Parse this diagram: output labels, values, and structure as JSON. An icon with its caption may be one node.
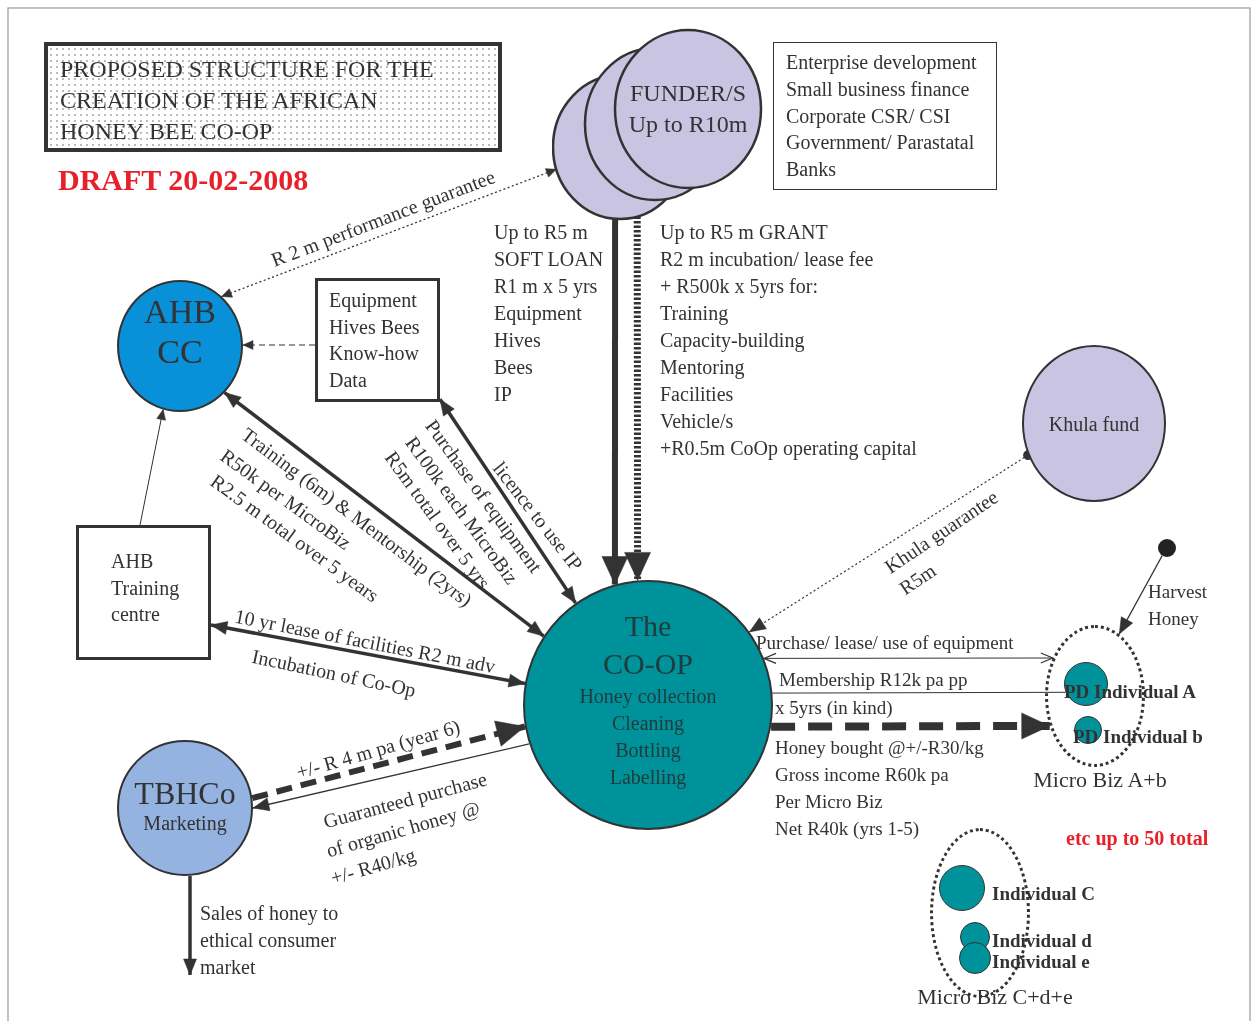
{
  "diagram": {
    "title": "PROPOSED STRUCTURE FOR THE CREATION OF THE AFRICAN HONEY BEE CO-OP",
    "nodes": [
      {
        "text": [
          "FUNDER/S",
          "Up to R10m"
        ]
      },
      {
        "text": [
          "Enterprise development",
          "Small business finance",
          "Corporate CSR/ CSI",
          "Government/ Parastatal",
          "Banks"
        ]
      },
      {
        "text": [
          "AHB CC"
        ]
      },
      {
        "text": [
          "Equipment",
          "Hives Bees",
          "Know-how",
          "Data"
        ]
      },
      {
        "text": [
          "AHB Training centre"
        ]
      },
      {
        "text": [
          "The CO-OP",
          "Honey collection",
          "Cleaning",
          "Bottling",
          "Labelling"
        ]
      },
      {
        "text": [
          "Khula fund"
        ]
      },
      {
        "text": [
          "TBHCo",
          "Marketing"
        ]
      },
      {
        "text": [
          "Micro Biz A+b"
        ]
      },
      {
        "text": [
          "PD Individual A"
        ],
        "in": 8
      },
      {
        "text": [
          "PD Individual b"
        ],
        "in": 8
      },
      {
        "text": [
          "Micro Biz C+d+e"
        ]
      },
      {
        "text": [
          "Individual C"
        ],
        "in": 11
      },
      {
        "text": [
          "Individual d"
        ],
        "in": 11
      },
      {
        "text": [
          "Individual e"
        ],
        "in": 11
      },
      {
        "text": [],
        "shape": "circle"
      }
    ],
    "edges": [
      {
        "from": 2,
        "to": 0,
        "arrow": "both",
        "label": "R 2 m performance guarantee",
        "style": "dashed"
      },
      {
        "from": 3,
        "to": 2,
        "arrow": "to",
        "style": "dashed"
      },
      {
        "from": 4,
        "to": 2,
        "arrow": "to"
      },
      {
        "from": 2,
        "to": 5,
        "arrow": "both",
        "label": "Training (6m) & Mentorship (2yrs)",
        "style": "thick"
      },
      {
        "from": 3,
        "to": 5,
        "arrow": "both",
        "label": "licence to use IP",
        "style": "thick"
      },
      {
        "from": 0,
        "to": 5,
        "arrow": "to",
        "style": "thick"
      },
      {
        "from": 0,
        "to": 5,
        "arrow": "to",
        "style": "dashed"
      },
      {
        "from": 4,
        "to": 5,
        "arrow": "both",
        "label": "10 yr lease of facilities R2 m adv",
        "style": "thick"
      },
      {
        "from": 5,
        "to": 7,
        "arrow": "to"
      },
      {
        "from": 7,
        "to": 5,
        "arrow": "to",
        "label": "+/- R 4 m pa (year 6)",
        "style": "dashed"
      },
      {
        "from": 7,
        "to": null,
        "arrow": "to",
        "label": "Sales of honey to ethical consumer market",
        "style": "thick"
      },
      {
        "from": 6,
        "to": 5,
        "arrow": "to",
        "label": "Khula guarantee R5m",
        "style": "dashed"
      },
      {
        "from": 5,
        "to": 8,
        "arrow": "both",
        "label": "Purchase/ lease/ use of equipment"
      },
      {
        "from": 5,
        "to": 9,
        "arrow": "none",
        "label": "Membership R12k pa pp"
      },
      {
        "from": 5,
        "to": 8,
        "arrow": "to",
        "style": "dashed"
      },
      {
        "from": 15,
        "to": 8,
        "arrow": "to",
        "label": "Harvest Honey"
      }
    ],
    "labels": [
      "DRAFT 20-02-2008",
      "Up to R5 m",
      "SOFT LOAN",
      "R1 m x 5 yrs",
      "Equipment",
      "Hives",
      "Bees",
      "IP",
      "Up to R5 m GRANT",
      "R2 m incubation/ lease fee",
      "+ R500k x 5yrs for:",
      "Training",
      "Capacity-building",
      "Mentoring",
      "Facilities",
      "Vehicle/s",
      "+R0.5m CoOp operating capital",
      "R50k per MicroBiz",
      "R2.5 m total over 5 years",
      "Purchase of equipment",
      "R100k each MicroBiz",
      "R5m total over 5 yrs",
      "Incubation of Co-Op",
      "Guaranteed purchase",
      "of organic honey @",
      "+/- R40/kg",
      "x 5yrs (in kind)",
      "Honey bought @+/-R30/kg",
      "Gross income R60k pa",
      "Per Micro Biz",
      "Net R40k (yrs 1-5)",
      "etc up to 50 total"
    ]
  }
}
